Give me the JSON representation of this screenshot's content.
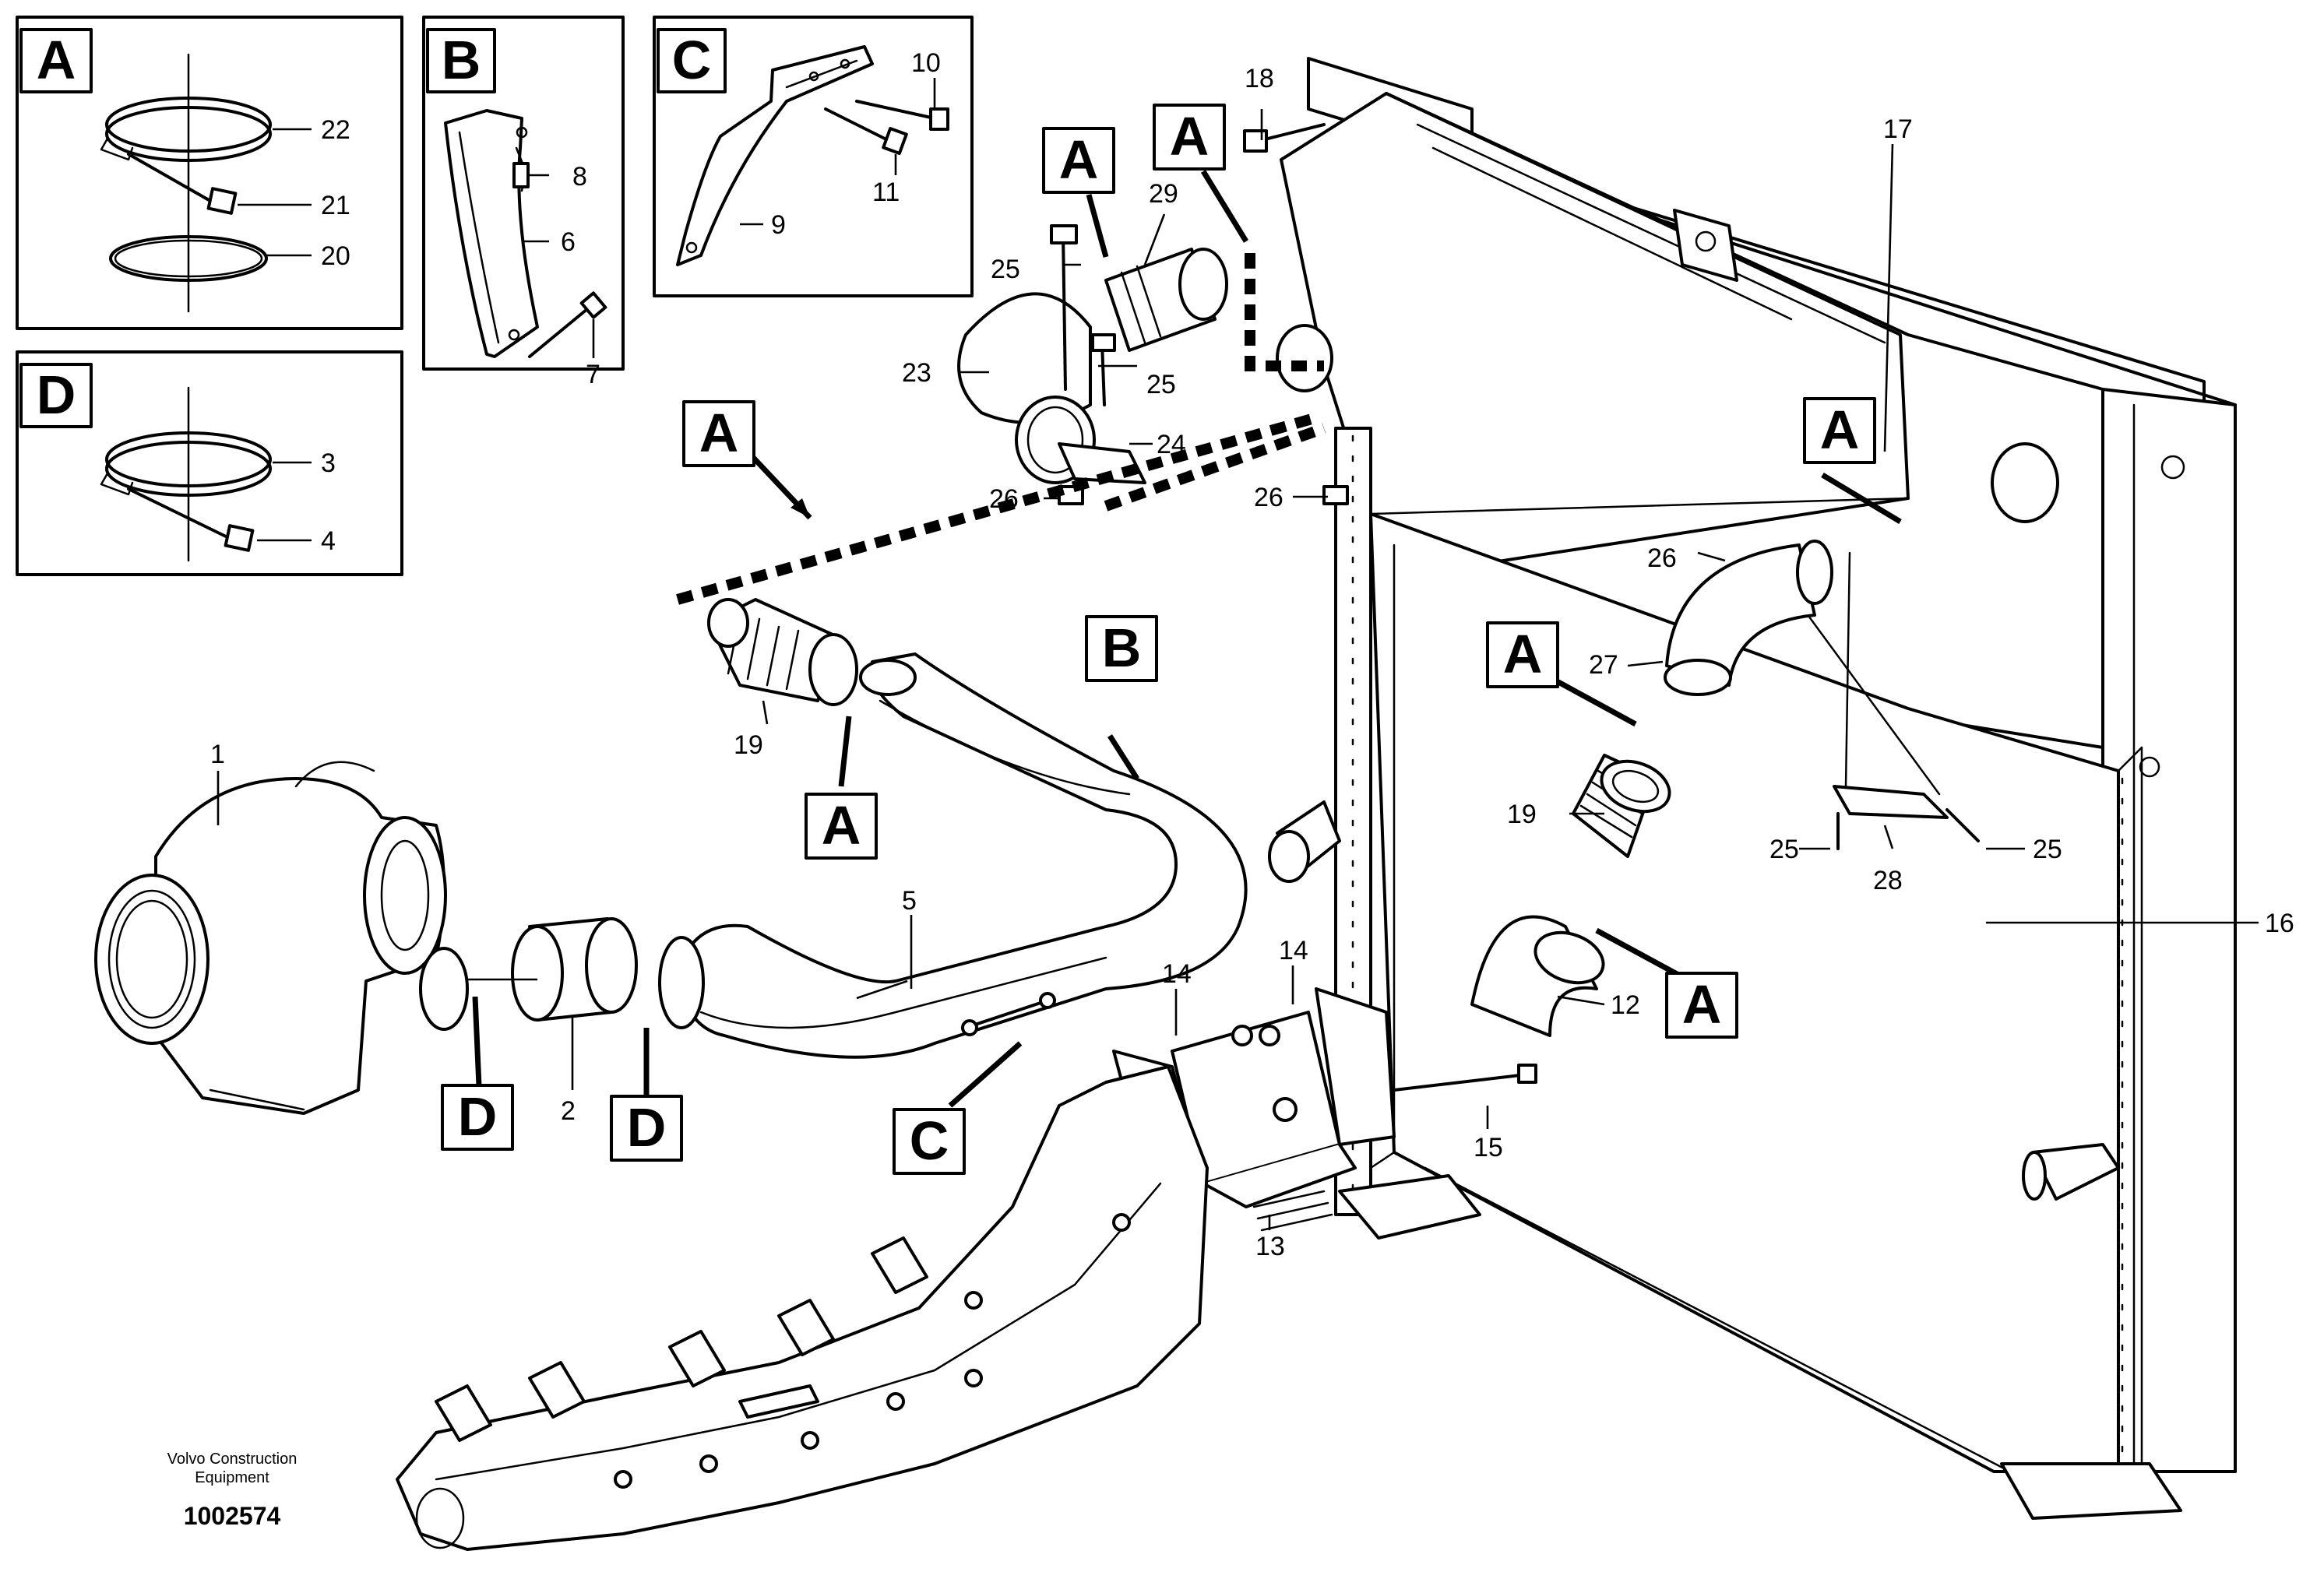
{
  "legend_boxes": [
    {
      "letter": "A",
      "parts": [
        "22",
        "21",
        "20"
      ]
    },
    {
      "letter": "B",
      "parts": [
        "8",
        "6",
        "7"
      ]
    },
    {
      "letter": "C",
      "parts": [
        "10",
        "11",
        "9"
      ]
    },
    {
      "letter": "D",
      "parts": [
        "3",
        "4"
      ]
    }
  ],
  "callouts": [
    "A",
    "B",
    "C",
    "D"
  ],
  "part_numbers": [
    "1",
    "2",
    "5",
    "12",
    "13",
    "14",
    "15",
    "16",
    "17",
    "18",
    "19",
    "23",
    "24",
    "25",
    "26",
    "27",
    "28",
    "29"
  ],
  "footer": {
    "company_line1": "Volvo Construction",
    "company_line2": "Equipment",
    "document_number": "1002574"
  }
}
